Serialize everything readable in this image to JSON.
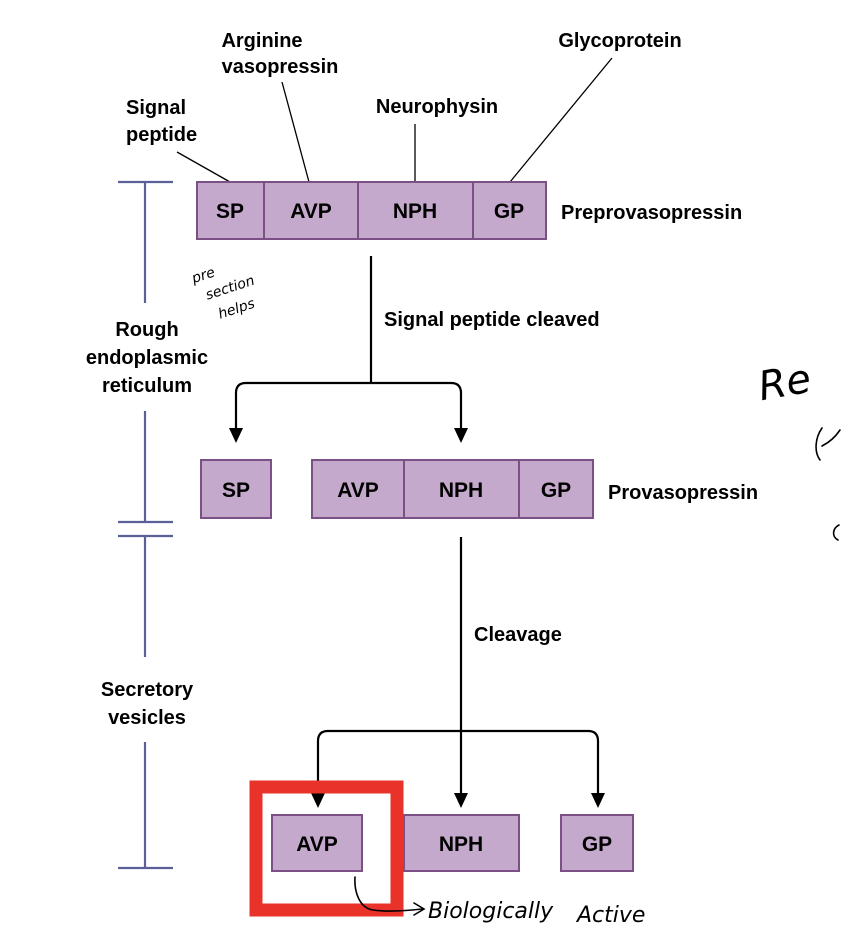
{
  "labels": {
    "signal_peptide": [
      "Signal",
      "peptide"
    ],
    "arginine_vasopressin": [
      "Arginine",
      "vasopressin"
    ],
    "neurophysin": "Neurophysin",
    "glycoprotein": "Glycoprotein",
    "preprovasopressin": "Preprovasopressin",
    "signal_peptide_cleaved": "Signal peptide cleaved",
    "provasopressin": "Provasopressin",
    "cleavage": "Cleavage"
  },
  "regions": {
    "rough_er": [
      "Rough",
      "endoplasmic",
      "reticulum"
    ],
    "secretory_vesicles": [
      "Secretory",
      "vesicles"
    ]
  },
  "segments": {
    "SP": "SP",
    "AVP": "AVP",
    "NPH": "NPH",
    "GP": "GP"
  },
  "annotations": {
    "handwritten_left": [
      "pre",
      "section",
      "helps"
    ],
    "biologically": "Biologically",
    "active": "Active",
    "right_edge": "Re"
  },
  "colors": {
    "segment_fill": "#c5a9cc",
    "segment_border": "#7b5185",
    "region_bar": "#5c6098",
    "highlight": "#e8322a"
  }
}
